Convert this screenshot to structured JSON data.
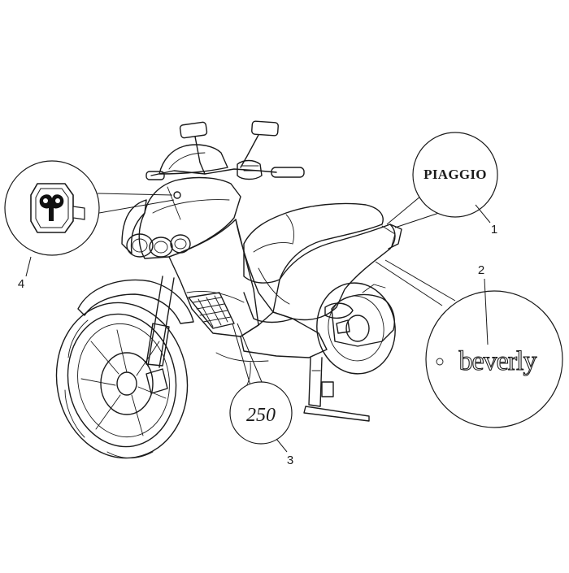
{
  "diagram": {
    "callouts": [
      {
        "number": "1",
        "text": "PIAGGIO",
        "kind": "wordmark"
      },
      {
        "number": "2",
        "text": "beverly",
        "kind": "script-logo"
      },
      {
        "number": "3",
        "text": "250",
        "kind": "badge"
      },
      {
        "number": "4",
        "text": "",
        "kind": "emblem"
      }
    ]
  }
}
